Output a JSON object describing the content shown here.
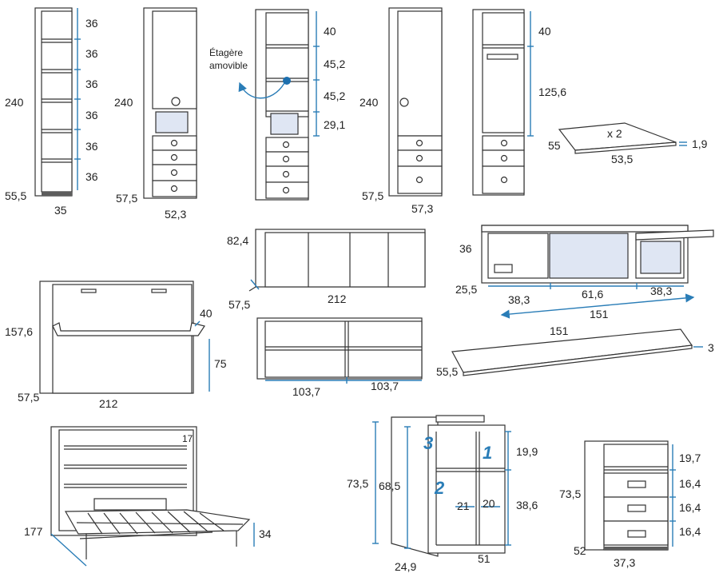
{
  "labels": {
    "p1": {
      "h": "240",
      "d": "55,5",
      "w": "35",
      "s1": "36",
      "s2": "36",
      "s3": "36",
      "s4": "36",
      "s5": "36",
      "s6": "36"
    },
    "p2": {
      "h": "240",
      "d": "57,5",
      "w": "52,3"
    },
    "p3": {
      "s1": "40",
      "s2": "45,2",
      "s3": "45,2",
      "s4": "29,1",
      "note1": "Étagère",
      "note2": "amovible"
    },
    "p4": {
      "h": "240",
      "d": "57,5",
      "w": "57,3"
    },
    "p5": {
      "s1": "40",
      "s2": "125,6"
    },
    "shelf": {
      "qty": "x 2",
      "d": "55",
      "w": "53,5",
      "t": "1,9"
    },
    "wall": {
      "h": "82,4",
      "d": "57,5",
      "w": "212"
    },
    "tv": {
      "h": "36",
      "d": "25,5",
      "a": "38,3",
      "b": "61,6",
      "c": "38,3",
      "total": "151"
    },
    "bed": {
      "h": "157,6",
      "d": "57,5",
      "w": "212",
      "desk_d": "40",
      "desk_h": "75"
    },
    "low": {
      "a": "103,7",
      "b": "103,7"
    },
    "plank": {
      "w": "151",
      "d": "55,5",
      "t": "3"
    },
    "openbed": {
      "top": "17",
      "d": "177",
      "h": "34"
    },
    "corner": {
      "h": "73,5",
      "h2": "68,5",
      "d": "24,9",
      "w": "51",
      "s1": "19,9",
      "s2": "38,6",
      "c1": "21",
      "c2": "20",
      "n1": "1",
      "n2": "2",
      "n3": "3"
    },
    "chest": {
      "h": "73,5",
      "d": "52",
      "w": "37,3",
      "s1": "19,7",
      "s2": "16,4",
      "s3": "16,4",
      "s4": "16,4"
    }
  }
}
